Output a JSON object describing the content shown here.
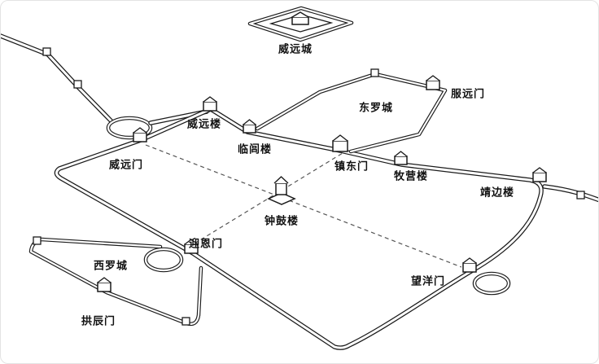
{
  "diagram": {
    "type": "fortress-plan-line-drawing",
    "colors": {
      "line": "#1b1b1b",
      "background": "#ffffff",
      "dashed_axis": "#555555"
    },
    "labels": {
      "weiyuancheng": "威远城",
      "fuyuanmen": "服远门",
      "dongluocheng": "东罗城",
      "weiyuanlou": "威远楼",
      "linlvlou": "临闾楼",
      "zhendongmen": "镇东门",
      "muyinglou": "牧营楼",
      "jingbianlou": "靖边楼",
      "weiyuanmen": "威远门",
      "zhonggulou": "钟鼓楼",
      "yingenmen": "迎恩门",
      "xiluocheng": "西罗城",
      "wangyangmen": "望洋门",
      "gongchenmen": "拱辰门"
    }
  }
}
